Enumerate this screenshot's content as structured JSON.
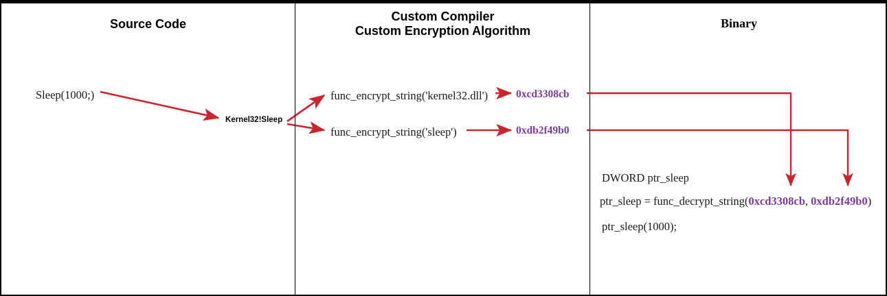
{
  "diagram": {
    "title": "Custom Compiler Custom Encryption Algorithm string obfuscation flow",
    "accent_red": "#c8252c",
    "hex_purple": "#7d3c98",
    "text_black": "#1a1a1a"
  },
  "columns": [
    {
      "id": "source-code",
      "title": "Source Code",
      "title_font": "sans-bold",
      "items": [
        {
          "id": "src-sleep-call",
          "text": "Sleep(1000;)",
          "style": "serif"
        },
        {
          "id": "kernel-label",
          "text": "Kernel32!Sleep",
          "style": "sans-bold"
        }
      ]
    },
    {
      "id": "custom-compiler",
      "title": "Custom Compiler\nCustom Encryption Algorithm",
      "title_font": "sans-bold",
      "items": [
        {
          "id": "enc-kernel32",
          "text": "func_encrypt_string('kernel32.dll')",
          "style": "serif"
        },
        {
          "id": "enc-sleep",
          "text": "func_encrypt_string('sleep')",
          "style": "serif"
        },
        {
          "id": "hex-1",
          "text": "0xcd3308cb",
          "style": "hex"
        },
        {
          "id": "hex-2",
          "text": "0xdb2f49b0",
          "style": "hex"
        }
      ]
    },
    {
      "id": "binary",
      "title": "Binary",
      "title_font": "serif-bold",
      "code_lines": [
        {
          "id": "bin-line-1",
          "text": "DWORD ptr_sleep"
        },
        {
          "id": "bin-line-2",
          "prefix": "ptr_sleep = func_decrypt_string(",
          "arg1": "0xcd3308cb",
          "separator": ", ",
          "arg2": "0xdb2f49b0",
          "suffix": ")"
        },
        {
          "id": "bin-line-3",
          "text": "ptr_sleep(1000);"
        }
      ]
    }
  ],
  "connectors": [
    {
      "id": "arrow-source-to-kernel",
      "from": "Sleep(1000;)",
      "to": "Kernel32!Sleep",
      "kind": "diagonal-arrow"
    },
    {
      "id": "arrow-kernel-to-encrypt-kernel32",
      "from": "Kernel32!Sleep",
      "to": "func_encrypt_string('kernel32.dll')",
      "kind": "diagonal-arrow"
    },
    {
      "id": "arrow-kernel-to-encrypt-sleep",
      "from": "Kernel32!Sleep",
      "to": "func_encrypt_string('sleep')",
      "kind": "diagonal-arrow"
    },
    {
      "id": "arrow-encrypt-kernel32-to-hex1",
      "from": "func_encrypt_string('kernel32.dll')",
      "to": "0xcd3308cb",
      "kind": "straight-arrow"
    },
    {
      "id": "arrow-encrypt-sleep-to-hex2",
      "from": "func_encrypt_string('sleep')",
      "to": "0xdb2f49b0",
      "kind": "straight-arrow"
    },
    {
      "id": "route-hex1-to-binary-arg1",
      "from": "0xcd3308cb",
      "to": "decrypt arg 0xcd3308cb",
      "kind": "elbow-arrow"
    },
    {
      "id": "route-hex2-to-binary-arg2",
      "from": "0xdb2f49b0",
      "to": "decrypt arg 0xdb2f49b0",
      "kind": "elbow-arrow"
    }
  ]
}
